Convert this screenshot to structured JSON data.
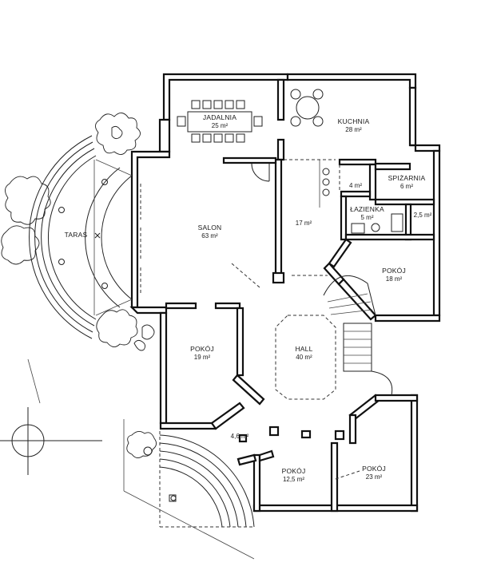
{
  "rooms": [
    {
      "key": "jadalnia",
      "name": "JADALNIA",
      "area": "25 m²"
    },
    {
      "key": "kuchnia",
      "name": "KUCHNIA",
      "area": "28 m²"
    },
    {
      "key": "spizarnia",
      "name": "SPIŻARNIA",
      "area": "6 m²"
    },
    {
      "key": "small-4",
      "name": "",
      "area": "4 m²"
    },
    {
      "key": "lazienka",
      "name": "ŁAZIENKA",
      "area": "5 m²"
    },
    {
      "key": "wc",
      "name": "",
      "area": "2,5 m²"
    },
    {
      "key": "corridor",
      "name": "",
      "area": "17 m²"
    },
    {
      "key": "salon",
      "name": "SALON",
      "area": "63 m²"
    },
    {
      "key": "taras",
      "name": "TARAS",
      "area": ""
    },
    {
      "key": "pokoj-east",
      "name": "POKÓJ",
      "area": "18 m²"
    },
    {
      "key": "pokoj-west",
      "name": "POKÓJ",
      "area": "19 m²"
    },
    {
      "key": "hall",
      "name": "HALL",
      "area": "40 m²"
    },
    {
      "key": "vestibule",
      "name": "",
      "area": "4,6 m²"
    },
    {
      "key": "pokoj-small",
      "name": "POKÓJ",
      "area": "12,5 m²"
    },
    {
      "key": "pokoj-large",
      "name": "POKÓJ",
      "area": "23 m²"
    }
  ]
}
